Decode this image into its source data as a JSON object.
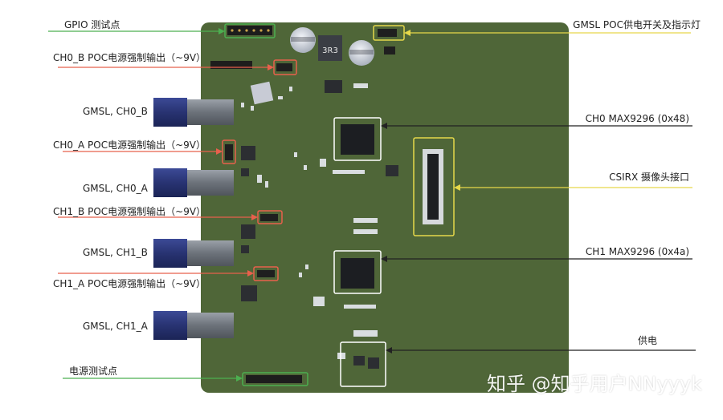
{
  "labels": {
    "gpio_test": "GPIO 测试点",
    "ch0b_poc": "CH0_B POC电源强制输出（~9V）",
    "gmsl_ch0b": "GMSL, CH0_B",
    "ch0a_poc": "CH0_A POC电源强制输出（~9V）",
    "gmsl_ch0a": "GMSL, CH0_A",
    "ch1b_poc": "CH1_B POC电源强制输出（~9V）",
    "gmsl_ch1b": "GMSL, CH1_B",
    "ch1a_poc": "CH1_A POC电源强制输出（~9V）",
    "gmsl_ch1a": "GMSL, CH1_A",
    "power_test": "电源测试点",
    "gmsl_poc_switch": "GMSL POC供电开关及指示灯",
    "ch0_max": "CH0 MAX9296 (0x48)",
    "csirx": "CSIRX 摄像头接口",
    "ch1_max": "CH1  MAX9296 (0x4a)",
    "power": "供电"
  },
  "board": {
    "silk": "3R3"
  },
  "watermark": "知乎 @知乎用户NNyyyk",
  "colors": {
    "board": "#4f6638",
    "green_callout": "#4caf50",
    "red_callout": "#e8604c",
    "yellow_callout": "#e6d84a",
    "white_callout": "#ffffff",
    "dark_callout": "#222222",
    "connector": "#2d3a7a"
  }
}
